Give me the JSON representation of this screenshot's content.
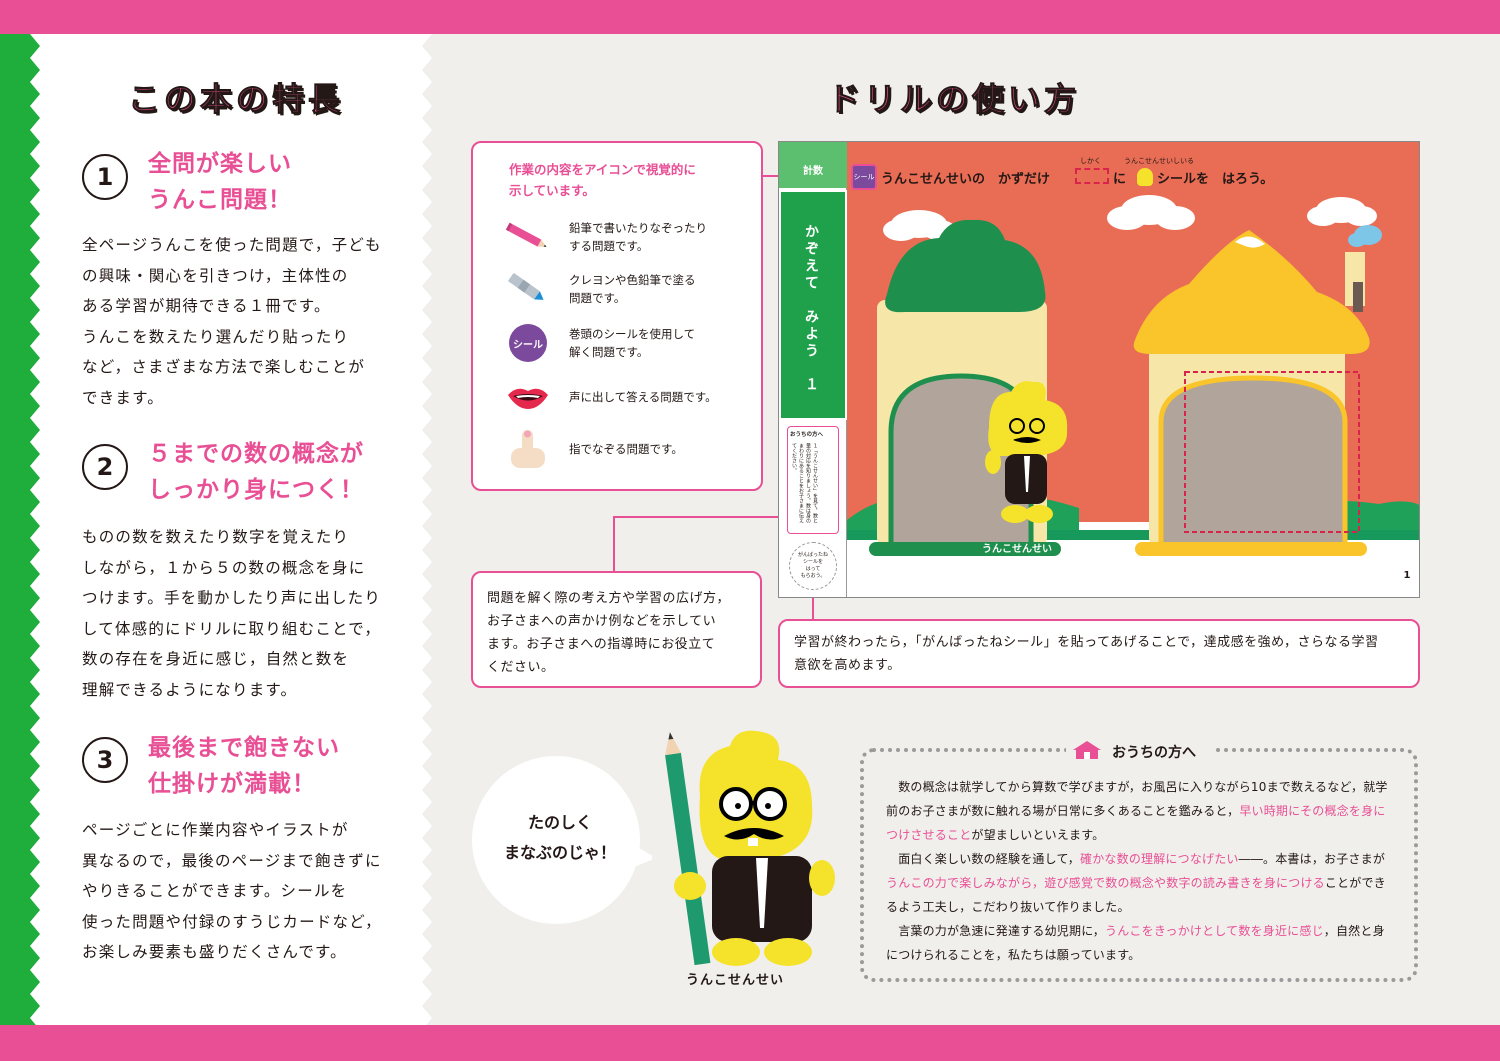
{
  "left": {
    "heading": "この本の特長",
    "features": [
      {
        "number": "1",
        "title": "全問が楽しい\nうんこ問題！",
        "body": "全ページうんこを使った問題で，子ども\nの興味・関心を引きつけ，主体性の\nある学習が期待できる１冊です。\nうんこを数えたり選んだり貼ったり\nなど，さまざまな方法で楽しむことが\nできます。"
      },
      {
        "number": "2",
        "title": "５までの数の概念が\nしっかり身につく！",
        "body": "ものの数を数えたり数字を覚えたり\nしながら，１から５の数の概念を身に\nつけます。手を動かしたり声に出したり\nして体感的にドリルに取り組むことで，\n数の存在を身近に感じ，自然と数を\n理解できるようになります。"
      },
      {
        "number": "3",
        "title": "最後まで飽きない\n仕掛けが満載！",
        "body": "ページごとに作業内容やイラストが\n異なるので，最後のページまで飽きずに\nやりきることができます。シールを\n使った問題や付録のすうじカードなど，\nお楽しみ要素も盛りだくさんです。"
      }
    ]
  },
  "right": {
    "heading": "ドリルの使い方",
    "icon_callout": {
      "intro": "作業の内容をアイコンで視覚的に\n示しています。",
      "items": [
        {
          "icon": "pencil-icon",
          "text": "鉛筆で書いたりなぞったり\nする問題です。"
        },
        {
          "icon": "crayon-icon",
          "text": "クレヨンや色鉛筆で塗る\n問題です。"
        },
        {
          "icon": "sticker-icon",
          "label": "シール",
          "text": "巻頭のシールを使用して\n解く問題です。"
        },
        {
          "icon": "mouth-icon",
          "text": "声に出して答える問題です。"
        },
        {
          "icon": "finger-icon",
          "text": "指でなぞる問題です。"
        }
      ]
    },
    "advice_callout": "問題を解く際の考え方や学習の広げ方，\nお子さまへの声かけ例などを示してい\nます。お子さまへの指導時にお役立て\nください。",
    "sticker_callout": "学習が終わったら，「がんばったねシール」を貼ってあげることで，達成感を強め，さらなる学習\n意欲を高めます。",
    "drill": {
      "subject": "計数",
      "sticker_label": "シール",
      "instruction_a": "うんこせんせいの　かずだけ",
      "instruction_b": "に",
      "instruction_c": "シールを　はろう。",
      "ruby_shikaku": "しかく",
      "ruby_sensei": "うんこせんせい",
      "ruby_seal": "しいる",
      "lesson_title": "かぞえて　みよう　１",
      "parent_note_title": "おうちの方へ",
      "parent_note": "１「うんこせんせい」を見て，数と量の対応を知りましょう。数は身のまわりにあることをお子さまに伝えてください。",
      "sticker_circle": "がんばったね\nシールを\nはって\nもらおう。",
      "character_label": "うんこせんせい",
      "page_number": "1"
    },
    "speech": "たのしく\nまなぶのじゃ！",
    "character_name": "うんこせんせい",
    "parents": {
      "title": "おうちの方へ",
      "paragraphs": [
        [
          {
            "t": "　数の概念は就学してから算数で学びますが，お風呂に入りながら10まで数えるなど，就学前のお子さまが数に触れる場が日常に多くあることを鑑みると，"
          },
          {
            "t": "早い時期にその概念を身につけさせること",
            "pink": true
          },
          {
            "t": "が望ましいといえます。"
          }
        ],
        [
          {
            "t": "　面白く楽しい数の経験を通して，"
          },
          {
            "t": "確かな数の理解につなげたい",
            "pink": true
          },
          {
            "t": "――。本書は，お子さまが"
          },
          {
            "t": "うんこの力で楽しみながら，遊び感覚で数の概念や数字の読み書きを身につける",
            "pink": true
          },
          {
            "t": "ことができるよう工夫し，こだわり抜いて作りました。"
          }
        ],
        [
          {
            "t": "　言葉の力が急速に発達する幼児期に，"
          },
          {
            "t": "うんこをきっかけとして数を身近に感じ",
            "pink": true
          },
          {
            "t": "，自然と身につけられることを，私たちは願っています。"
          }
        ]
      ]
    }
  },
  "colors": {
    "pink": "#e84f95",
    "green": "#1fad3c",
    "panel": "#f0efeb",
    "drill_bg": "#e96d55",
    "poo_yellow": "#f7e32a"
  }
}
